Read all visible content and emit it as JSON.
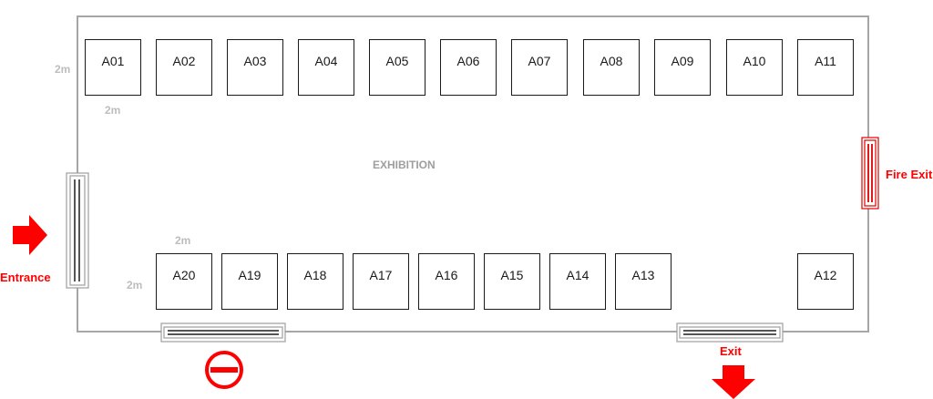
{
  "plan": {
    "hall_label": "EXHIBITION",
    "booths_top": [
      "A01",
      "A02",
      "A03",
      "A04",
      "A05",
      "A06",
      "A07",
      "A08",
      "A09",
      "A10",
      "A11"
    ],
    "booths_bottom": [
      "A20",
      "A19",
      "A18",
      "A17",
      "A16",
      "A15",
      "A14",
      "A13"
    ],
    "booth_right": "A12",
    "spacing_label": "2m"
  },
  "labels": {
    "entrance": "Entrance",
    "exit": "Exit",
    "fire_exit": "Fire Exit"
  },
  "colors": {
    "wall": "#a6a6a6",
    "booth_border": "#1a1a1a",
    "exit_red": "#ff0000",
    "fire_exit_red": "#e00000",
    "dimension_text": "#bdbdbd"
  },
  "icons": {
    "entrance_marker": "arrow-right-icon",
    "exit_marker": "arrow-down-icon",
    "no_entry_marker": "no-entry-icon"
  }
}
